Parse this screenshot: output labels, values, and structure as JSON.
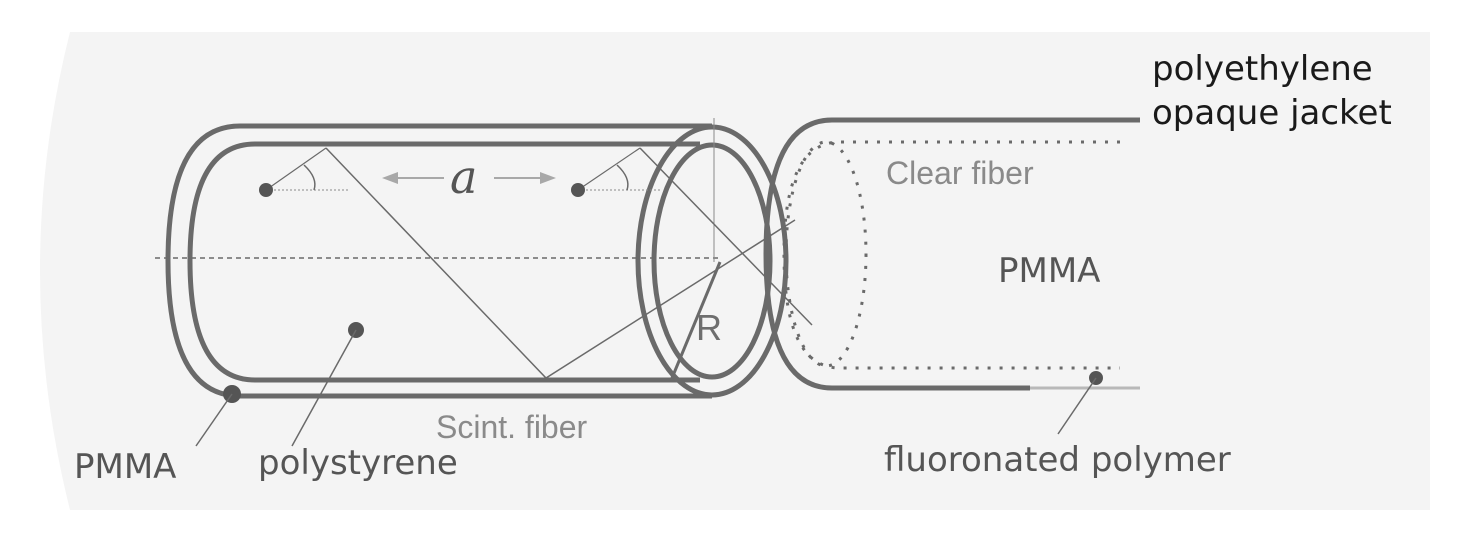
{
  "labels": {
    "polyethylene_line1": "polyethylene",
    "polyethylene_line2": "opaque jacket",
    "clear_fiber": "Clear fiber",
    "pmma_right": "PMMA",
    "pmma_left": "PMMA",
    "polystyrene": "polystyrene",
    "scint_fiber": "Scint. fiber",
    "fluoronated_polymer": "fluoronated polymer",
    "radius": "R",
    "spacing": "a"
  },
  "colors": {
    "background_panel": "#f4f4f4",
    "line": "#6a6a6a",
    "text": "#555555",
    "text_dark": "#1a1a1a"
  }
}
